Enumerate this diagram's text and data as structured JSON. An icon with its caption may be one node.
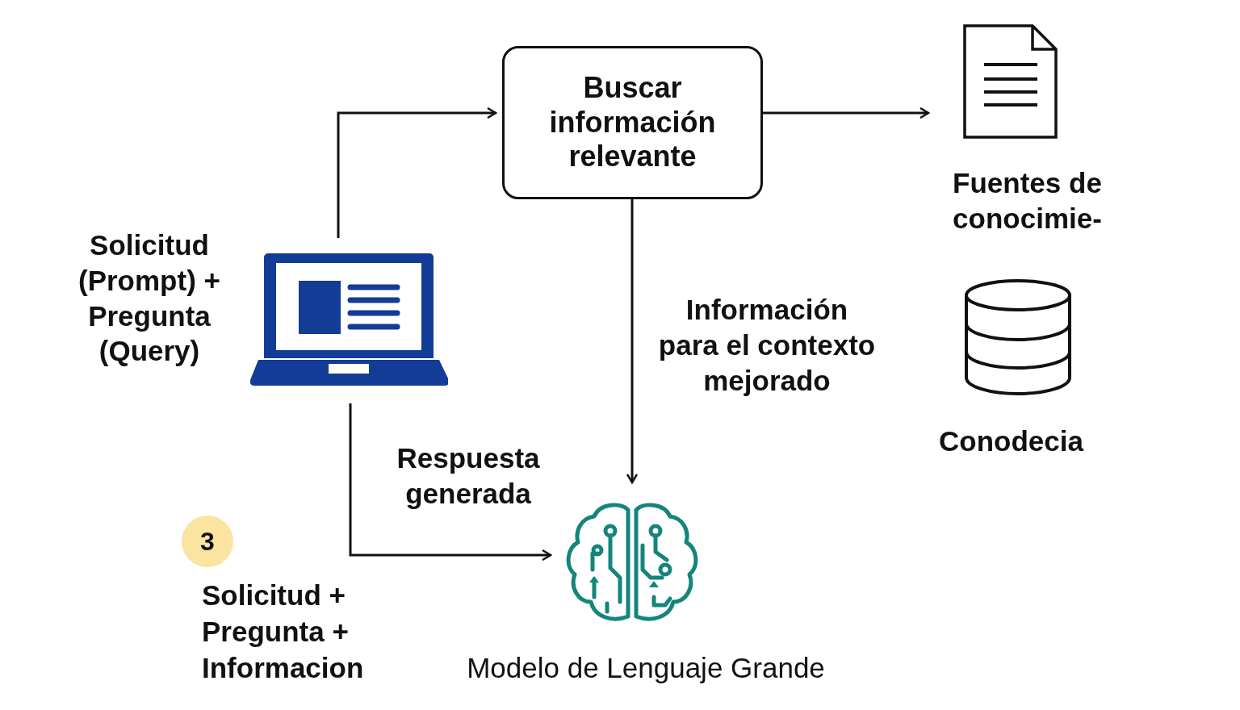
{
  "diagram": {
    "nodes": [
      {
        "text": [],
        "shape": "laptop",
        "beside": [
          "Solicitud (Prompt) + Pregunta (Query)"
        ]
      },
      {
        "text": [
          "Buscar información relevante"
        ]
      },
      {
        "text": [],
        "shape": "document",
        "beside": [
          "Fuentes de conocimie-"
        ]
      },
      {
        "text": [],
        "shape": "cylinder",
        "beside": [
          "Conodecia"
        ]
      },
      {
        "text": [],
        "shape": "brain",
        "beside": [
          "Modelo de Lenguaje Grande"
        ]
      }
    ],
    "edges": [
      {
        "from": 0,
        "to": 1,
        "arrow": "to"
      },
      {
        "from": 1,
        "to": 2,
        "arrow": "to"
      },
      {
        "from": 1,
        "to": 4,
        "arrow": "to",
        "label": "Información para el contexto mejorado"
      },
      {
        "from": 0,
        "to": 4,
        "arrow": "to",
        "label": "Respuesta generada"
      }
    ],
    "labels": [
      "3",
      "Solicitud + Pregunta + Informacion"
    ]
  }
}
